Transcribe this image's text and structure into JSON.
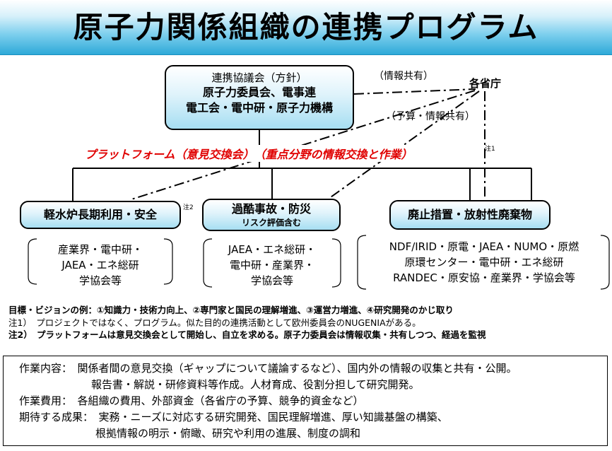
{
  "title": "原子力関係組織の連携プログラム",
  "council": {
    "line1": "連携協議会（方針）",
    "line2": "原子力委員会、電事連",
    "line3": "電工会・電中研・原子力機構"
  },
  "labels": {
    "info_share": "（情報共有）",
    "ministries": "各省庁",
    "budget_share": "（予算・情報共有）",
    "note1_mark": "注1",
    "note2_mark": "注2",
    "platform": "プラットフォーム（意見交換会）　（重点分野の情報交換と作業）"
  },
  "topics": [
    {
      "line1": "軽水炉長期利用・安全"
    },
    {
      "line1": "過酷事故・防災",
      "line2": "リスク評価含む"
    },
    {
      "line1": "廃止措置・放射性廃棄物"
    }
  ],
  "members": [
    [
      "産業界・電中研・",
      "JAEA・エネ総研",
      "学協会等"
    ],
    [
      "JAEA・エネ総研・",
      "電中研・産業界・",
      "学協会等"
    ],
    [
      "NDF/IRID・原電・JAEA・NUMO・原燃",
      "原環センター・電中研・エネ総研",
      "RANDEC・原安協・産業界・学協会等"
    ]
  ],
  "notes": {
    "goals": "目標・ビジョンの例：①知識力・技術力向上、②専門家と国民の理解増進、③運営力増進、④研究開発のかじ取り",
    "note1": "注1）　プロジェクトではなく、プログラム。似た目的の連携活動として欧州委員会のNUGENIAがある。",
    "note2": "注2）　プラットフォームは意見交換会として開始し、自立を求める。原子力委員会は情報収集・共有しつつ、経過を監視"
  },
  "work": {
    "line1": "作業内容：　関係者間の意見交換（ギャップについて議論するなど）、国内外の情報の収集と共有・公開。",
    "line2": "報告書・解説・研修資料等作成。人材育成、役割分担して研究開発。",
    "line3": "作業費用：　各組織の費用、外部資金（各省庁の予算、競争的資金など）",
    "line4": "期待する成果：　実務・ニーズに対応する研究開発、国民理解増進、厚い知識基盤の構築、",
    "line5": "根拠情報の明示・俯瞰、研究や利用の進展、制度の調和"
  },
  "colors": {
    "platform_text": "#e00000",
    "box_gradient_bottom": "#a6def2",
    "banner_bottom": "#2ea9d8"
  }
}
